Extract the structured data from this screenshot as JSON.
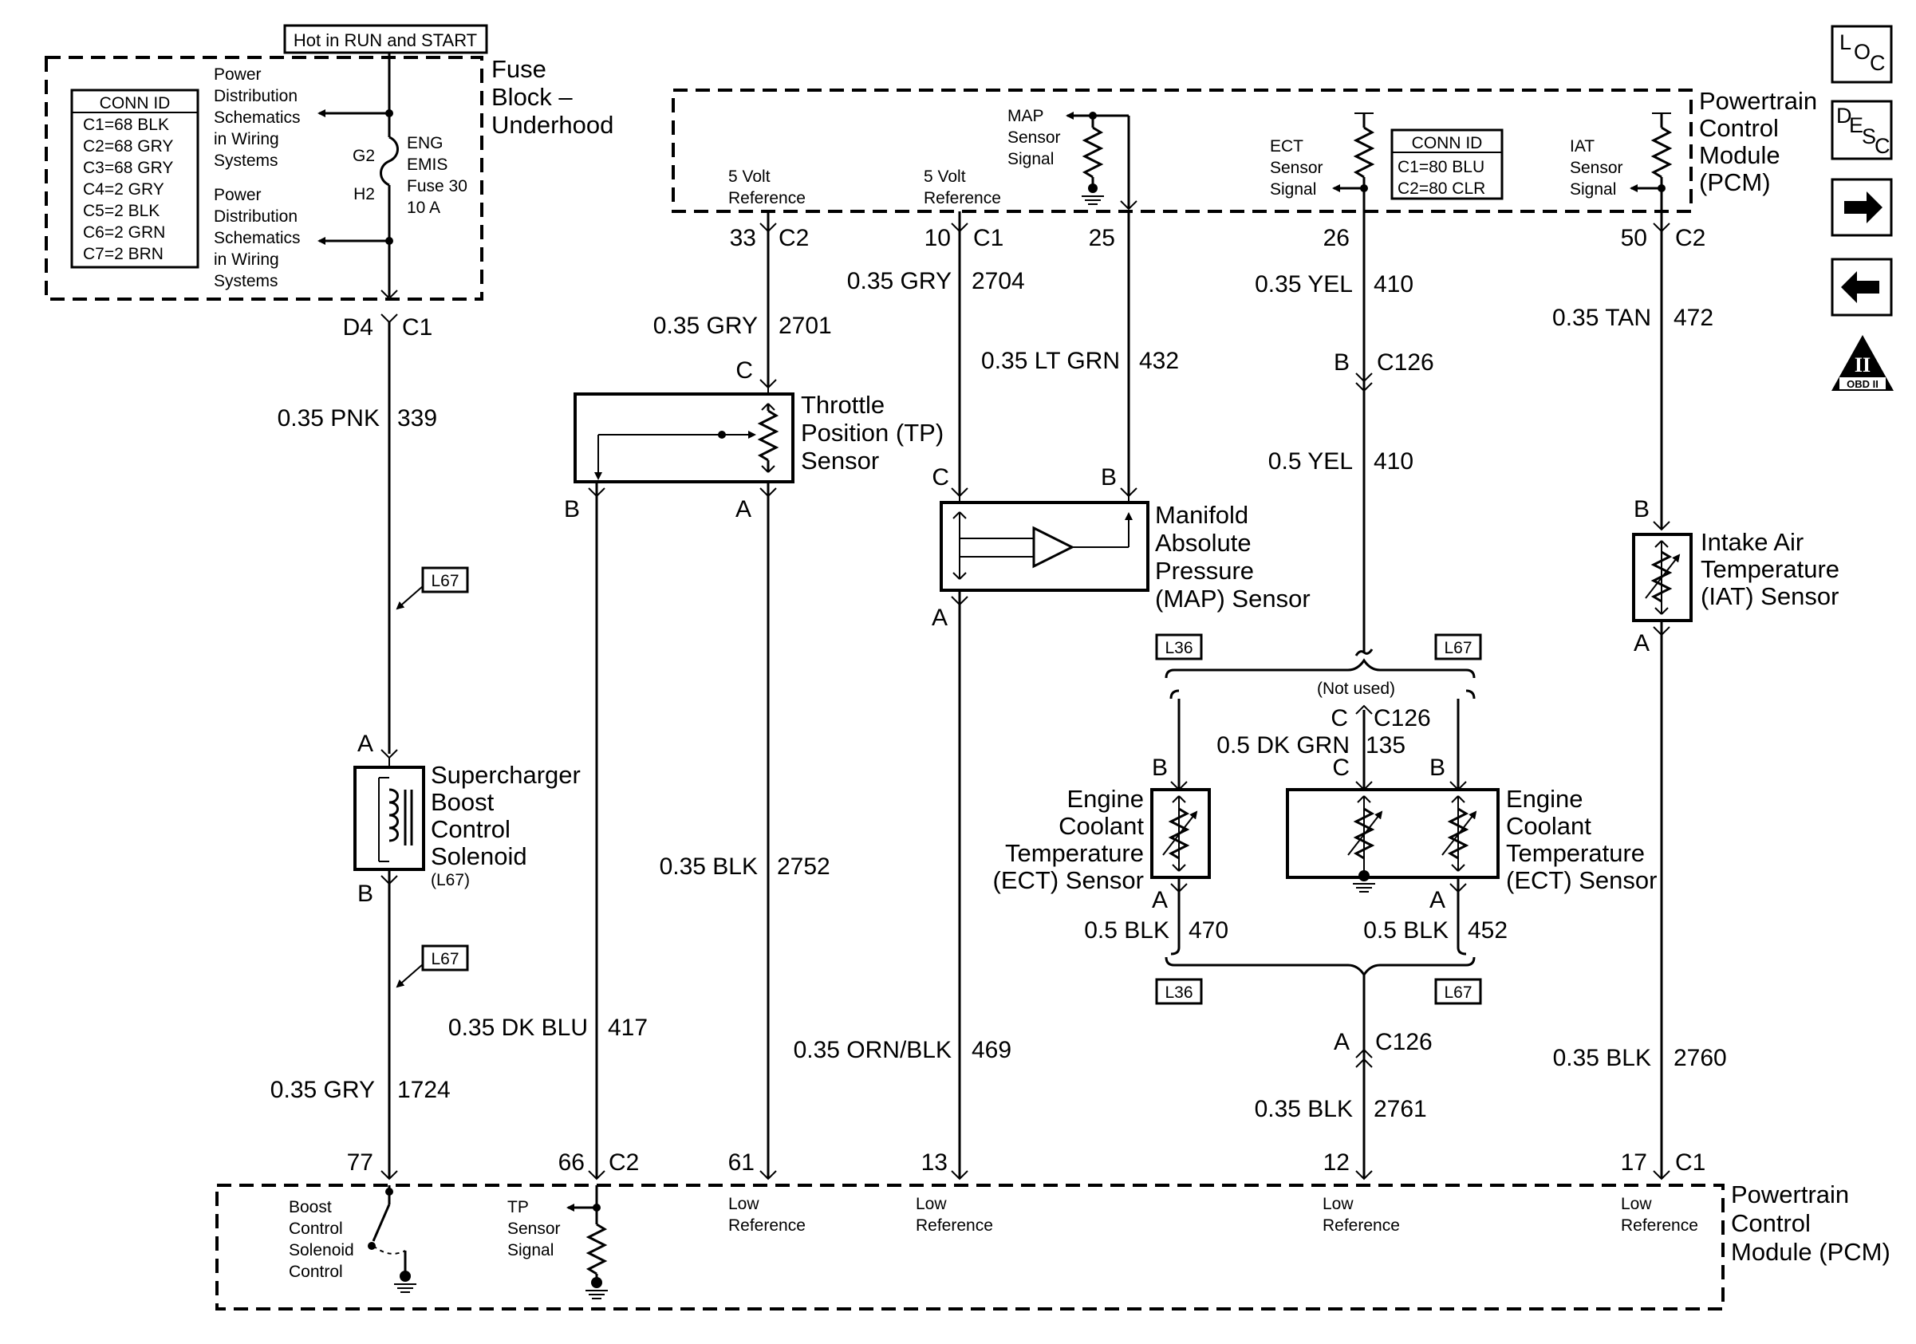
{
  "header": {
    "hot_label": "Hot in RUN and START"
  },
  "fuse_block": {
    "title_lines": [
      "Fuse",
      "Block –",
      "Underhood"
    ],
    "conn_title": "CONN ID",
    "conn_rows": [
      "C1=68 BLK",
      "C2=68 GRY",
      "C3=68 GRY",
      "C4=2 GRY",
      "C5=2 BLK",
      "C6=2 GRN",
      "C7=2 BRN"
    ],
    "pd_top": [
      "Power",
      "Distribution",
      "Schematics",
      "in Wiring",
      "Systems"
    ],
    "pd_bottom": [
      "Power",
      "Distribution",
      "Schematics",
      "in Wiring",
      "Systems"
    ],
    "g2": "G2",
    "h2": "H2",
    "fuse_lines": [
      "ENG",
      "EMIS",
      "Fuse 30",
      "10 A"
    ],
    "out_pin": "D4",
    "out_conn": "C1"
  },
  "pcm_top": {
    "title_lines": [
      "Powertrain",
      "Control",
      "Module",
      "(PCM)"
    ],
    "ref1_lines": [
      "5 Volt",
      "Reference"
    ],
    "ref2_lines": [
      "5 Volt",
      "Reference"
    ],
    "map_sig_lines": [
      "MAP",
      "Sensor",
      "Signal"
    ],
    "ect_sig_lines": [
      "ECT",
      "Sensor",
      "Signal"
    ],
    "iat_sig_lines": [
      "IAT",
      "Sensor",
      "Signal"
    ],
    "conn_title": "CONN ID",
    "conn_rows": [
      "C1=80 BLU",
      "C2=80 CLR"
    ],
    "pins": {
      "p33": "33",
      "c2a": "C2",
      "p10": "10",
      "c1a": "C1",
      "p25": "25",
      "p26": "26",
      "p50": "50",
      "c2b": "C2"
    }
  },
  "wires": {
    "w339": {
      "color": "0.35 PNK",
      "circuit": "339"
    },
    "w1724": {
      "color": "0.35 GRY",
      "circuit": "1724"
    },
    "w2701": {
      "color": "0.35 GRY",
      "circuit": "2701"
    },
    "w417": {
      "color": "0.35 DK BLU",
      "circuit": "417"
    },
    "w2752": {
      "color": "0.35 BLK",
      "circuit": "2752"
    },
    "w2704": {
      "color": "0.35 GRY",
      "circuit": "2704"
    },
    "w432": {
      "color": "0.35 LT GRN",
      "circuit": "432"
    },
    "w469": {
      "color": "0.35 ORN/BLK",
      "circuit": "469"
    },
    "w410a": {
      "color": "0.35 YEL",
      "circuit": "410"
    },
    "w410b": {
      "color": "0.5 YEL",
      "circuit": "410"
    },
    "w135": {
      "color": "0.5 DK GRN",
      "circuit": "135"
    },
    "w470": {
      "color": "0.5 BLK",
      "circuit": "470"
    },
    "w452": {
      "color": "0.5 BLK",
      "circuit": "452"
    },
    "w2761": {
      "color": "0.35 BLK",
      "circuit": "2761"
    },
    "w472": {
      "color": "0.35 TAN",
      "circuit": "472"
    },
    "w2760": {
      "color": "0.35 BLK",
      "circuit": "2760"
    }
  },
  "components": {
    "tp": {
      "lines": [
        "Throttle",
        "Position (TP)",
        "Sensor"
      ],
      "pinC": "C",
      "pinB": "B",
      "pinA": "A"
    },
    "map": {
      "lines": [
        "Manifold",
        "Absolute",
        "Pressure",
        "(MAP) Sensor"
      ],
      "pinC": "C",
      "pinB": "B",
      "pinA": "A"
    },
    "iat": {
      "lines": [
        "Intake Air",
        "Temperature",
        "(IAT) Sensor"
      ],
      "pinB": "B",
      "pinA": "A"
    },
    "solenoid": {
      "lines": [
        "Supercharger",
        "Boost",
        "Control",
        "Solenoid"
      ],
      "option": "(L67)",
      "pinA": "A",
      "pinB": "B"
    },
    "ect_left": {
      "lines": [
        "Engine",
        "Coolant",
        "Temperature",
        "(ECT) Sensor"
      ],
      "pinB": "B",
      "pinA": "A"
    },
    "ect_right": {
      "lines": [
        "Engine",
        "Coolant",
        "Temperature",
        "(ECT) Sensor"
      ],
      "pinC": "C",
      "pinB": "B",
      "pinA": "A"
    }
  },
  "connectors": {
    "c126_b": {
      "pin": "B",
      "name": "C126"
    },
    "c126_c": {
      "pin": "C",
      "name": "C126"
    },
    "c126_a": {
      "pin": "A",
      "name": "C126"
    },
    "not_used": "(Not used)"
  },
  "options": {
    "l67": "L67",
    "l36": "L36"
  },
  "pcm_bottom": {
    "title_lines": [
      "Powertrain",
      "Control",
      "Module (PCM)"
    ],
    "boost_lines": [
      "Boost",
      "Control",
      "Solenoid",
      "Control"
    ],
    "tp_sig_lines": [
      "TP",
      "Sensor",
      "Signal"
    ],
    "lowref": [
      "Low",
      "Reference"
    ],
    "pins": {
      "p77": "77",
      "p66": "66",
      "c2": "C2",
      "p61": "61",
      "p13": "13",
      "p12": "12",
      "p17": "17",
      "c1": "C1"
    }
  },
  "nav": {
    "loc": [
      "L",
      "O",
      "C"
    ],
    "desc": [
      "D",
      "E",
      "S",
      "C"
    ],
    "obd_numeral": "II",
    "obd_label": "OBD II"
  }
}
